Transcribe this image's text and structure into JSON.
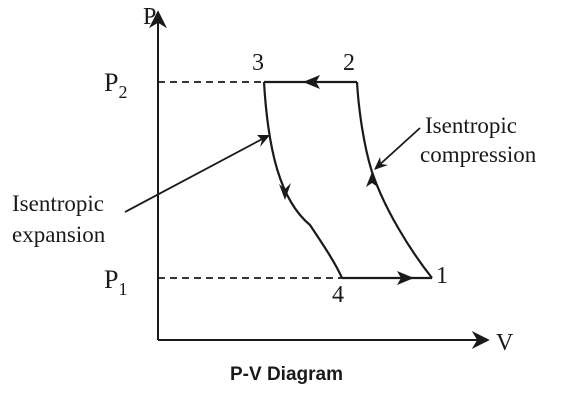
{
  "axes": {
    "y_label": "P",
    "x_label": "V"
  },
  "pressure_levels": {
    "high": {
      "base": "P",
      "sub": "2"
    },
    "low": {
      "base": "P",
      "sub": "1"
    }
  },
  "state_points": {
    "p1": "1",
    "p2": "2",
    "p3": "3",
    "p4": "4"
  },
  "annotations": {
    "compression": {
      "line1": "Isentropic",
      "line2": "compression"
    },
    "expansion": {
      "line1": "Isentropic",
      "line2": "expansion"
    }
  },
  "caption": "P-V Diagram",
  "colors": {
    "ink": "#1a1a1a"
  }
}
